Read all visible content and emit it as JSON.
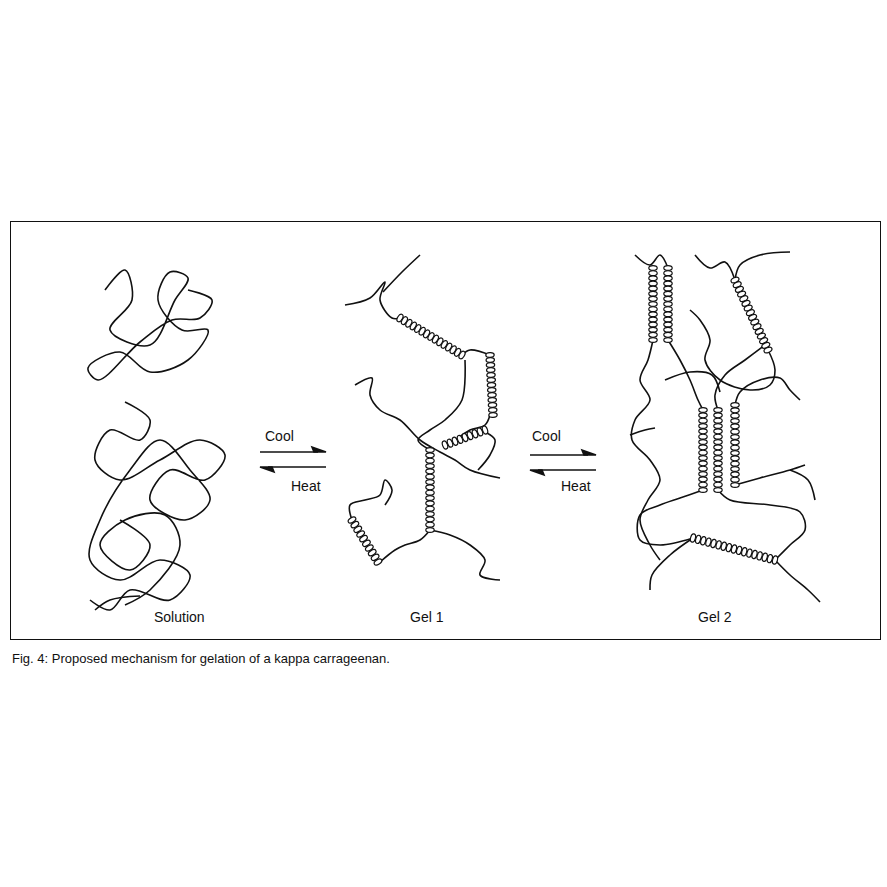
{
  "diagram": {
    "caption": "Fig. 4: Proposed mechanism for gelation of a kappa carrageenan.",
    "labels": [
      "Solution",
      "Gel 1",
      "Gel 2",
      "Cool",
      "Heat",
      "Cool",
      "Heat"
    ]
  }
}
